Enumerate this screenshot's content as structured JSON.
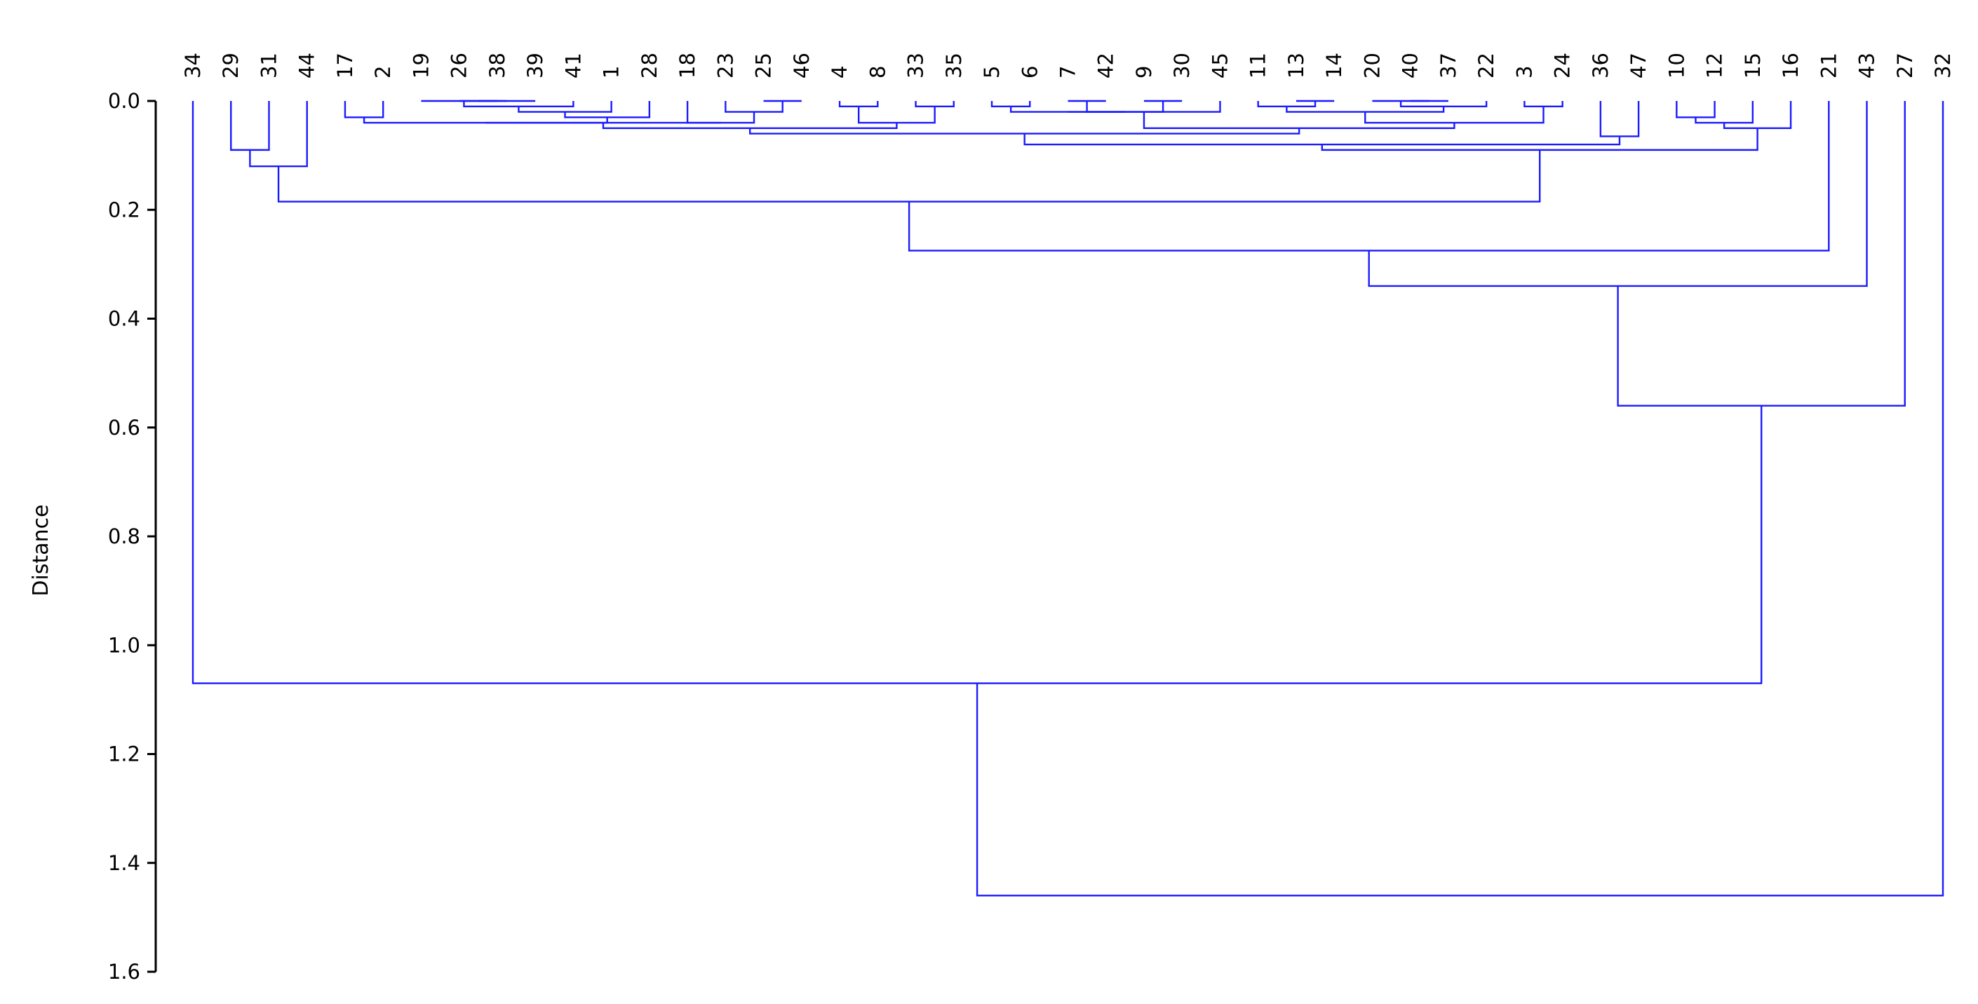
{
  "chart_data": {
    "type": "dendrogram",
    "title": "",
    "ylabel": "Distance",
    "ylim": [
      0.0,
      1.6
    ],
    "y_ticks": [
      "0.0",
      "0.2",
      "0.4",
      "0.6",
      "0.8",
      "1.0",
      "1.2",
      "1.4",
      "1.6"
    ],
    "inverted_y": true,
    "grid": false,
    "line_color": "#1a1aff",
    "leaves": [
      "34",
      "29",
      "31",
      "44",
      "17",
      "2",
      "19",
      "26",
      "38",
      "39",
      "41",
      "1",
      "28",
      "18",
      "23",
      "25",
      "46",
      "4",
      "8",
      "33",
      "35",
      "5",
      "6",
      "7",
      "42",
      "9",
      "30",
      "45",
      "11",
      "13",
      "14",
      "20",
      "40",
      "37",
      "22",
      "3",
      "24",
      "36",
      "47",
      "10",
      "12",
      "15",
      "16",
      "21",
      "43",
      "27",
      "32"
    ],
    "merges": [
      {
        "a": "29",
        "b": "31",
        "height": 0.09
      },
      {
        "a": "m0",
        "b": "44",
        "height": 0.12
      },
      {
        "a": "26",
        "b": "38",
        "height": 0.0
      },
      {
        "a": "m2",
        "b": "39",
        "height": 0.0
      },
      {
        "a": "m3",
        "b": "19",
        "height": 0.0
      },
      {
        "a": "m4",
        "b": "41",
        "height": 0.01
      },
      {
        "a": "m5",
        "b": "1",
        "height": 0.02
      },
      {
        "a": "m6",
        "b": "28",
        "height": 0.03
      },
      {
        "a": "17",
        "b": "2",
        "height": 0.03
      },
      {
        "a": "25",
        "b": "46",
        "height": 0.0
      },
      {
        "a": "23",
        "b": "m9",
        "height": 0.02
      },
      {
        "a": "18",
        "b": "m10",
        "height": 0.04
      },
      {
        "a": "m8",
        "b": "m7",
        "height": 0.04
      },
      {
        "a": "m12",
        "b": "m11",
        "height": 0.04
      },
      {
        "a": "4",
        "b": "8",
        "height": 0.01
      },
      {
        "a": "33",
        "b": "35",
        "height": 0.01
      },
      {
        "a": "m14",
        "b": "m15",
        "height": 0.04
      },
      {
        "a": "m13",
        "b": "m16",
        "height": 0.05
      },
      {
        "a": "5",
        "b": "6",
        "height": 0.01
      },
      {
        "a": "7",
        "b": "42",
        "height": 0.0
      },
      {
        "a": "9",
        "b": "30",
        "height": 0.0
      },
      {
        "a": "m19",
        "b": "m20",
        "height": 0.02
      },
      {
        "a": "m18",
        "b": "m21",
        "height": 0.02
      },
      {
        "a": "m22",
        "b": "45",
        "height": 0.02
      },
      {
        "a": "13",
        "b": "14",
        "height": 0.0
      },
      {
        "a": "11",
        "b": "m24",
        "height": 0.01
      },
      {
        "a": "40",
        "b": "37",
        "height": 0.0
      },
      {
        "a": "20",
        "b": "m26",
        "height": 0.0
      },
      {
        "a": "m27",
        "b": "22",
        "height": 0.01
      },
      {
        "a": "m25",
        "b": "m28",
        "height": 0.02
      },
      {
        "a": "3",
        "b": "24",
        "height": 0.01
      },
      {
        "a": "m29",
        "b": "m30",
        "height": 0.04
      },
      {
        "a": "m23",
        "b": "m31",
        "height": 0.05
      },
      {
        "a": "m17",
        "b": "m32",
        "height": 0.06
      },
      {
        "a": "36",
        "b": "47",
        "height": 0.065
      },
      {
        "a": "m33",
        "b": "m34",
        "height": 0.08
      },
      {
        "a": "10",
        "b": "12",
        "height": 0.03
      },
      {
        "a": "m36",
        "b": "15",
        "height": 0.04
      },
      {
        "a": "m37",
        "b": "16",
        "height": 0.05
      },
      {
        "a": "m35",
        "b": "m38",
        "height": 0.09
      },
      {
        "a": "m1",
        "b": "m39",
        "height": 0.185
      },
      {
        "a": "m40",
        "b": "21",
        "height": 0.275
      },
      {
        "a": "m41",
        "b": "43",
        "height": 0.34
      },
      {
        "a": "m42",
        "b": "27",
        "height": 0.56
      },
      {
        "a": "34",
        "b": "m43",
        "height": 1.07
      },
      {
        "a": "m44",
        "b": "32",
        "height": 1.46
      }
    ]
  }
}
